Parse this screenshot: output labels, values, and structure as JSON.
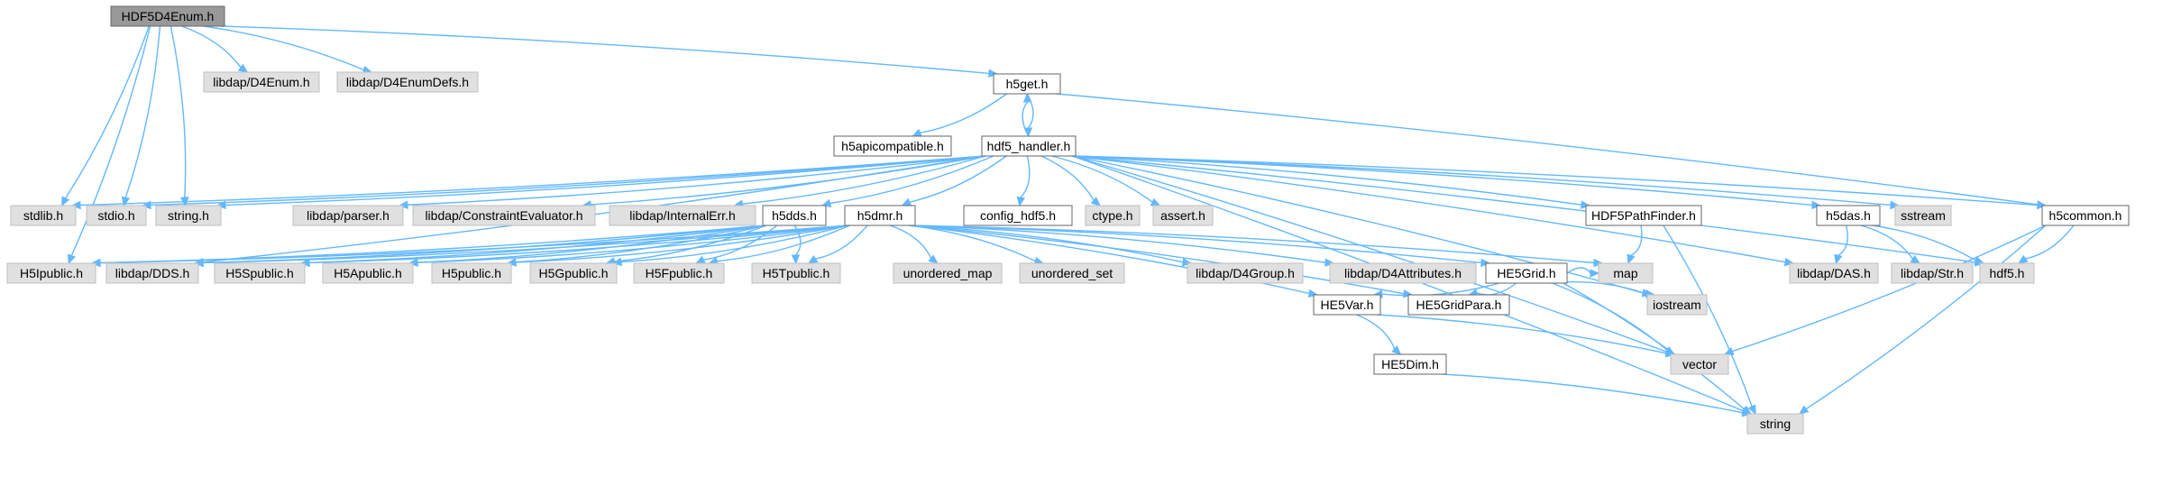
{
  "colors": {
    "edge": "#63b8ff",
    "node_stroke_documented": "#666666",
    "node_fill_documented": "#ffffff",
    "node_stroke_system": "#bfbfbf",
    "node_fill_system": "#e0e0e0",
    "node_fill_root": "#999999",
    "node_stroke_root": "#666666"
  },
  "nodes": [
    {
      "id": "root",
      "label": "HDF5D4Enum.h",
      "style": "root"
    },
    {
      "id": "d4enum",
      "label": "libdap/D4Enum.h",
      "style": "system"
    },
    {
      "id": "d4enumdefs",
      "label": "libdap/D4EnumDefs.h",
      "style": "system"
    },
    {
      "id": "h5get",
      "label": "h5get.h",
      "style": "documented"
    },
    {
      "id": "h5apicompat",
      "label": "h5apicompatible.h",
      "style": "documented"
    },
    {
      "id": "handler",
      "label": "hdf5_handler.h",
      "style": "documented"
    },
    {
      "id": "stdlib",
      "label": "stdlib.h",
      "style": "system"
    },
    {
      "id": "stdio",
      "label": "stdio.h",
      "style": "system"
    },
    {
      "id": "stringh",
      "label": "string.h",
      "style": "system"
    },
    {
      "id": "parser",
      "label": "libdap/parser.h",
      "style": "system"
    },
    {
      "id": "constraint",
      "label": "libdap/ConstraintEvaluator.h",
      "style": "system"
    },
    {
      "id": "internalerr",
      "label": "libdap/InternalErr.h",
      "style": "system"
    },
    {
      "id": "h5dds",
      "label": "h5dds.h",
      "style": "documented"
    },
    {
      "id": "h5dmr",
      "label": "h5dmr.h",
      "style": "documented"
    },
    {
      "id": "config",
      "label": "config_hdf5.h",
      "style": "documented"
    },
    {
      "id": "ctype",
      "label": "ctype.h",
      "style": "system"
    },
    {
      "id": "assert",
      "label": "assert.h",
      "style": "system"
    },
    {
      "id": "pathfinder",
      "label": "HDF5PathFinder.h",
      "style": "documented"
    },
    {
      "id": "h5das",
      "label": "h5das.h",
      "style": "documented"
    },
    {
      "id": "sstream",
      "label": "sstream",
      "style": "system"
    },
    {
      "id": "h5common",
      "label": "h5common.h",
      "style": "documented"
    },
    {
      "id": "h5ipublic",
      "label": "H5Ipublic.h",
      "style": "system"
    },
    {
      "id": "dds",
      "label": "libdap/DDS.h",
      "style": "system"
    },
    {
      "id": "h5spublic",
      "label": "H5Spublic.h",
      "style": "system"
    },
    {
      "id": "h5apublic",
      "label": "H5Apublic.h",
      "style": "system"
    },
    {
      "id": "h5public",
      "label": "H5public.h",
      "style": "system"
    },
    {
      "id": "h5gpublic",
      "label": "H5Gpublic.h",
      "style": "system"
    },
    {
      "id": "h5fpublic",
      "label": "H5Fpublic.h",
      "style": "system"
    },
    {
      "id": "h5tpublic",
      "label": "H5Tpublic.h",
      "style": "system"
    },
    {
      "id": "umap",
      "label": "unordered_map",
      "style": "system"
    },
    {
      "id": "uset",
      "label": "unordered_set",
      "style": "system"
    },
    {
      "id": "d4group",
      "label": "libdap/D4Group.h",
      "style": "system"
    },
    {
      "id": "d4attr",
      "label": "libdap/D4Attributes.h",
      "style": "system"
    },
    {
      "id": "he5grid",
      "label": "HE5Grid.h",
      "style": "documented"
    },
    {
      "id": "map",
      "label": "map",
      "style": "system"
    },
    {
      "id": "iostream",
      "label": "iostream",
      "style": "system"
    },
    {
      "id": "he5gridpara",
      "label": "HE5GridPara.h",
      "style": "documented"
    },
    {
      "id": "he5var",
      "label": "HE5Var.h",
      "style": "documented"
    },
    {
      "id": "he5dim",
      "label": "HE5Dim.h",
      "style": "documented"
    },
    {
      "id": "vector",
      "label": "vector",
      "style": "system"
    },
    {
      "id": "string",
      "label": "string",
      "style": "system"
    },
    {
      "id": "das",
      "label": "libdap/DAS.h",
      "style": "system"
    },
    {
      "id": "str",
      "label": "libdap/Str.h",
      "style": "system"
    },
    {
      "id": "hdf5h",
      "label": "hdf5.h",
      "style": "system"
    }
  ],
  "edges": [
    [
      "root",
      "d4enum"
    ],
    [
      "root",
      "d4enumdefs"
    ],
    [
      "root",
      "h5get"
    ],
    [
      "root",
      "stdlib"
    ],
    [
      "root",
      "stdio"
    ],
    [
      "root",
      "stringh"
    ],
    [
      "root",
      "h5ipublic"
    ],
    [
      "h5get",
      "h5apicompat"
    ],
    [
      "h5get",
      "handler"
    ],
    [
      "h5get",
      "h5common"
    ],
    [
      "handler",
      "h5get"
    ],
    [
      "handler",
      "stdlib"
    ],
    [
      "handler",
      "stdio"
    ],
    [
      "handler",
      "stringh"
    ],
    [
      "handler",
      "parser"
    ],
    [
      "handler",
      "constraint"
    ],
    [
      "handler",
      "internalerr"
    ],
    [
      "handler",
      "h5dds"
    ],
    [
      "handler",
      "h5dmr"
    ],
    [
      "handler",
      "config"
    ],
    [
      "handler",
      "ctype"
    ],
    [
      "handler",
      "assert"
    ],
    [
      "handler",
      "pathfinder"
    ],
    [
      "handler",
      "h5das"
    ],
    [
      "handler",
      "sstream"
    ],
    [
      "handler",
      "h5common"
    ],
    [
      "handler",
      "dds"
    ],
    [
      "handler",
      "das"
    ],
    [
      "handler",
      "hdf5h"
    ],
    [
      "handler",
      "iostream"
    ],
    [
      "handler",
      "vector"
    ],
    [
      "handler",
      "string"
    ],
    [
      "h5dds",
      "h5ipublic"
    ],
    [
      "h5dds",
      "dds"
    ],
    [
      "h5dds",
      "h5spublic"
    ],
    [
      "h5dds",
      "h5apublic"
    ],
    [
      "h5dds",
      "h5public"
    ],
    [
      "h5dds",
      "h5gpublic"
    ],
    [
      "h5dds",
      "h5fpublic"
    ],
    [
      "h5dds",
      "h5tpublic"
    ],
    [
      "h5dmr",
      "h5ipublic"
    ],
    [
      "h5dmr",
      "dds"
    ],
    [
      "h5dmr",
      "h5spublic"
    ],
    [
      "h5dmr",
      "h5apublic"
    ],
    [
      "h5dmr",
      "h5public"
    ],
    [
      "h5dmr",
      "h5gpublic"
    ],
    [
      "h5dmr",
      "h5fpublic"
    ],
    [
      "h5dmr",
      "h5tpublic"
    ],
    [
      "h5dmr",
      "umap"
    ],
    [
      "h5dmr",
      "uset"
    ],
    [
      "h5dmr",
      "d4group"
    ],
    [
      "h5dmr",
      "d4attr"
    ],
    [
      "h5dmr",
      "he5grid"
    ],
    [
      "h5dmr",
      "map"
    ],
    [
      "h5dmr",
      "he5gridpara"
    ],
    [
      "h5dmr",
      "he5var"
    ],
    [
      "he5grid",
      "map"
    ],
    [
      "he5grid",
      "iostream"
    ],
    [
      "he5grid",
      "he5gridpara"
    ],
    [
      "he5grid",
      "he5var"
    ],
    [
      "he5grid",
      "vector"
    ],
    [
      "he5grid",
      "string"
    ],
    [
      "he5var",
      "he5dim"
    ],
    [
      "he5var",
      "vector"
    ],
    [
      "he5dim",
      "string"
    ],
    [
      "pathfinder",
      "map"
    ],
    [
      "pathfinder",
      "string"
    ],
    [
      "h5das",
      "das"
    ],
    [
      "h5das",
      "str"
    ],
    [
      "h5das",
      "hdf5h"
    ],
    [
      "h5common",
      "hdf5h"
    ],
    [
      "h5common",
      "vector"
    ],
    [
      "h5common",
      "string"
    ]
  ]
}
